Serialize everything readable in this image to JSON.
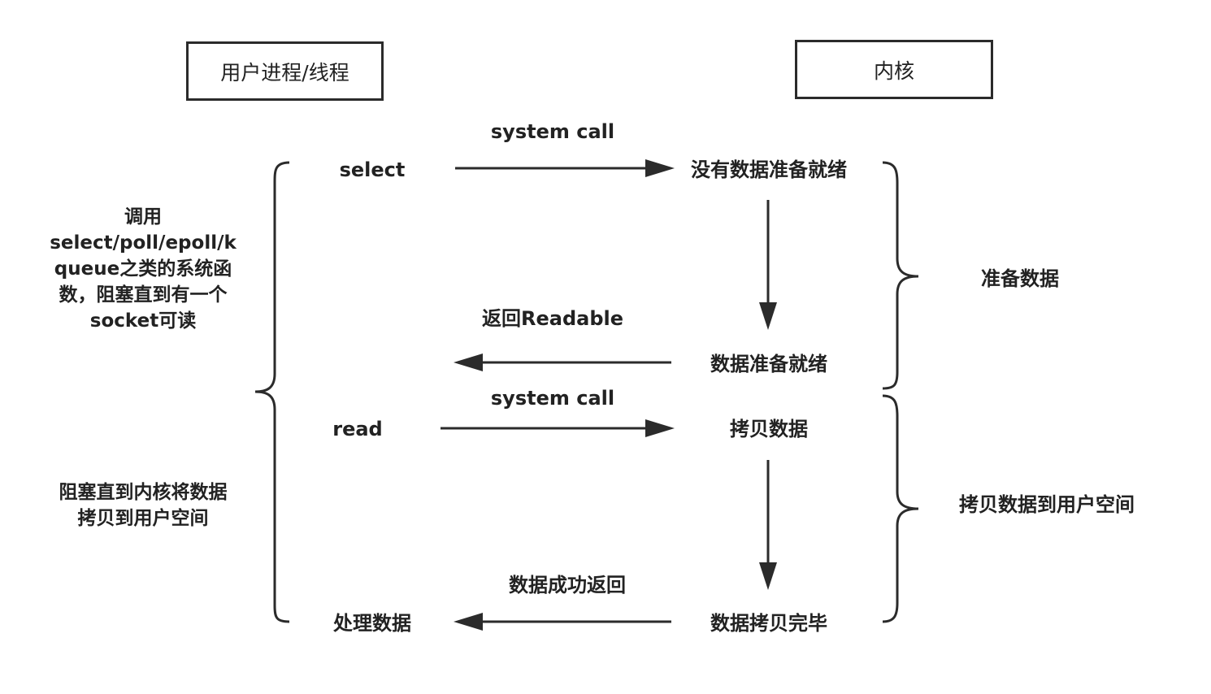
{
  "headers": {
    "user": "用户进程/线程",
    "kernel": "内核"
  },
  "user_side": {
    "select": "select",
    "read": "read",
    "process": "处理数据",
    "note_select": "调用\nselect/poll/epoll/k\nqueue之类的系统函\n数，阻塞直到有一个\nsocket可读",
    "note_read": "阻塞直到内核将数据\n拷贝到用户空间"
  },
  "arrows": {
    "syscall_1": "system call",
    "readable": "返回Readable",
    "syscall_2": "system call",
    "success": "数据成功返回"
  },
  "kernel_side": {
    "no_data": "没有数据准备就绪",
    "ready": "数据准备就绪",
    "copy": "拷贝数据",
    "copy_done": "数据拷贝完毕"
  },
  "phases": {
    "prepare": "准备数据",
    "copy_to_user": "拷贝数据到用户空间"
  },
  "colors": {
    "line": "#2b2b2b"
  }
}
